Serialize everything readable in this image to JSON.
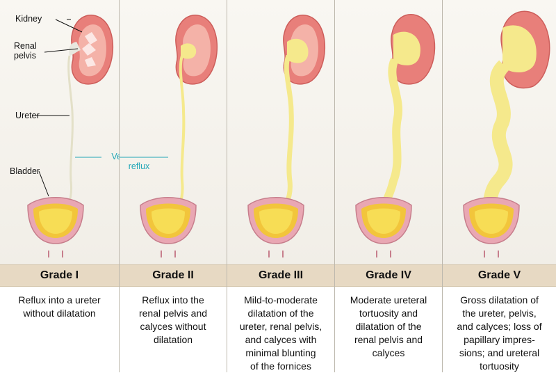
{
  "labels": {
    "kidney": "Kidney",
    "renal_pelvis_1": "Renal",
    "renal_pelvis_2": "pelvis",
    "ureter": "Ureter",
    "bladder": "Bladder",
    "vur_1": "Vesicoureteral",
    "vur_2": "reflux"
  },
  "colors": {
    "kidney": "#e87f7a",
    "urine": "#f5e98c",
    "bladder": "#f2c53b",
    "grade_bar": "#e7d9c3",
    "callout_teal": "#22a7b7"
  },
  "grades": [
    {
      "title": "Grade I",
      "lines": [
        "Reflux into a ureter",
        "without dilatation"
      ]
    },
    {
      "title": "Grade II",
      "lines": [
        "Reflux into the",
        "renal pelvis and",
        "calyces without",
        "dilatation"
      ]
    },
    {
      "title": "Grade III",
      "lines": [
        "Mild-to-moderate",
        "dilatation of the",
        "ureter, renal pelvis,",
        "and calyces with",
        "minimal blunting",
        "of the fornices"
      ]
    },
    {
      "title": "Grade IV",
      "lines": [
        "Moderate ureteral",
        "tortuosity and",
        "dilatation of the",
        "renal pelvis and",
        "calyces"
      ]
    },
    {
      "title": "Grade V",
      "lines": [
        "Gross dilatation of",
        "the ureter, pelvis,",
        "and calyces; loss of",
        "papillary impres-",
        "sions; and ureteral",
        "tortuosity"
      ]
    }
  ]
}
